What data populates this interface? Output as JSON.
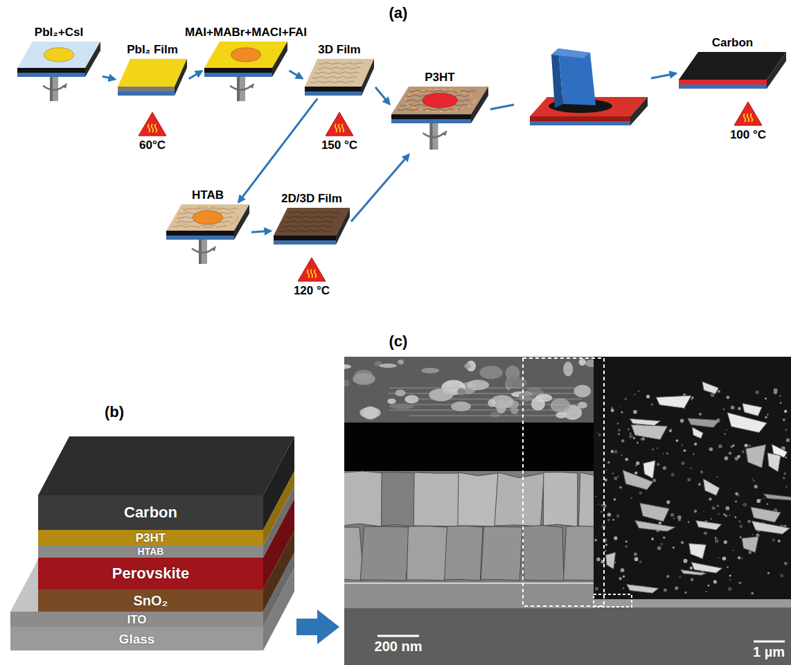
{
  "diagram": {
    "nodes": [
      {
        "text": [
          "PbI₂+CsI"
        ]
      },
      {
        "text": [
          "PbI₂ Film"
        ]
      },
      {
        "text": [
          "60°C"
        ]
      },
      {
        "text": [
          "MAI+MABr+MACl+FAI"
        ]
      },
      {
        "text": [
          "3D Film"
        ]
      },
      {
        "text": [
          "150 °C"
        ]
      },
      {
        "text": [
          "P3HT"
        ]
      },
      {
        "text": [
          "Carbon"
        ]
      },
      {
        "text": [
          "100 °C"
        ]
      },
      {
        "text": [
          "HTAB"
        ]
      },
      {
        "text": [
          "2D/3D Film"
        ]
      },
      {
        "text": [
          "120 °C"
        ]
      },
      {
        "text": [
          "Carbon"
        ]
      },
      {
        "text": [
          "P3HT"
        ]
      },
      {
        "text": [
          "HTAB"
        ]
      },
      {
        "text": [
          "Perovskite"
        ]
      },
      {
        "text": [
          "SnO₂"
        ]
      },
      {
        "text": [
          "ITO"
        ]
      },
      {
        "text": [
          "Glass"
        ]
      }
    ],
    "edges": [
      {
        "from": 0,
        "to": 1,
        "arrow": "to"
      },
      {
        "from": 1,
        "to": 3,
        "arrow": "to"
      },
      {
        "from": 3,
        "to": 4,
        "arrow": "to"
      },
      {
        "from": 4,
        "to": 6,
        "arrow": "to"
      },
      {
        "from": 4,
        "to": 9,
        "arrow": "to"
      },
      {
        "from": 9,
        "to": 10,
        "arrow": "to"
      },
      {
        "from": 10,
        "to": 6,
        "arrow": "to"
      },
      {
        "from": 6,
        "to": 7,
        "arrow": "to"
      }
    ],
    "labels": [
      "(a)",
      "(b)",
      "(c)",
      "200 nm",
      "1 µm"
    ]
  }
}
